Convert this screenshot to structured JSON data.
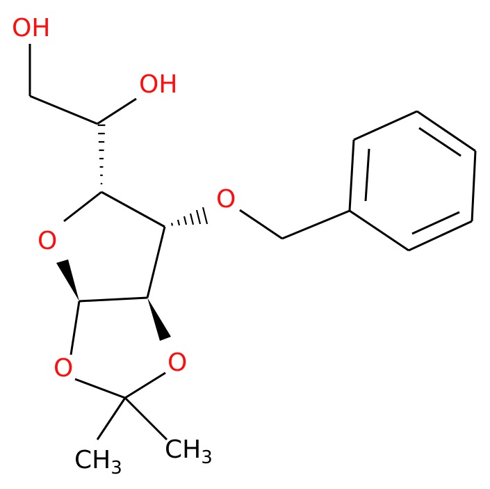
{
  "colors": {
    "bond": "#000000",
    "oxygen": "#ff0d0d",
    "carbon_label": "#000000",
    "background": "#ffffff"
  },
  "labels": {
    "oh_primary": "OH",
    "oh_secondary": "OH",
    "o_benzyloxy": "O",
    "o_ring": "O",
    "o_dioxolane_left": "O",
    "o_dioxolane_right": "O",
    "methyl_left": {
      "main": "CH",
      "subscript": "3"
    },
    "methyl_right": {
      "main": "CH",
      "subscript": "3"
    }
  }
}
